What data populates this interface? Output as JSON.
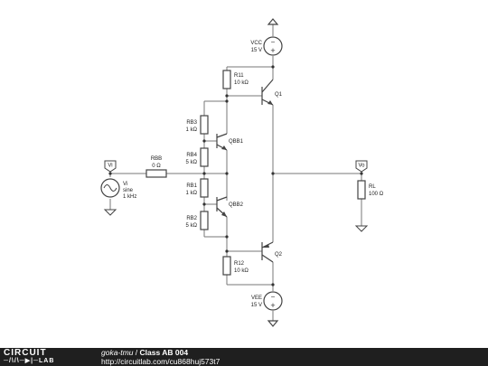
{
  "components": {
    "vcc": {
      "name": "VCC",
      "value": "15 V"
    },
    "vee": {
      "name": "VEE",
      "value": "15 V"
    },
    "r11": {
      "name": "R11",
      "value": "10 kΩ"
    },
    "r12": {
      "name": "R12",
      "value": "10 kΩ"
    },
    "q1": {
      "name": "Q1"
    },
    "q2": {
      "name": "Q2"
    },
    "rb3": {
      "name": "RB3",
      "value": "1 kΩ"
    },
    "rb4": {
      "name": "RB4",
      "value": "5 kΩ"
    },
    "rb1": {
      "name": "RB1",
      "value": "1 kΩ"
    },
    "rb2": {
      "name": "RB2",
      "value": "5 kΩ"
    },
    "qbb1": {
      "name": "QBB1"
    },
    "qbb2": {
      "name": "QBB2"
    },
    "rbb": {
      "name": "RBB",
      "value": "0 Ω"
    },
    "vi_source": {
      "name": "Vi",
      "type": "sine",
      "freq": "1 kHz"
    },
    "rl": {
      "name": "RL",
      "value": "100 Ω"
    }
  },
  "probes": {
    "vi": "Vi",
    "vo": "Vo"
  },
  "footer": {
    "logo_top": "CIRCUIT",
    "logo_bottom": "LAB",
    "author": "goka-tmu",
    "separator": " / ",
    "title": "Class AB 004",
    "url": "http://circuitlab.com/cu868huj573t7"
  }
}
